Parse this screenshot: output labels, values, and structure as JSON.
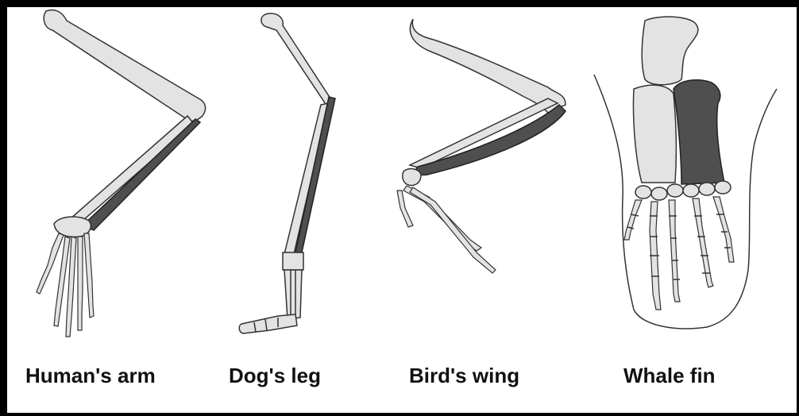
{
  "labels": {
    "human": "Human's arm",
    "dog": "Dog's leg",
    "bird": "Bird's wing",
    "whale": "Whale fin"
  },
  "colors": {
    "light_bone": "#e3e3e3",
    "dark_bone": "#4f4f4f",
    "outline": "#333333",
    "background": "#ffffff",
    "frame": "#000000"
  }
}
